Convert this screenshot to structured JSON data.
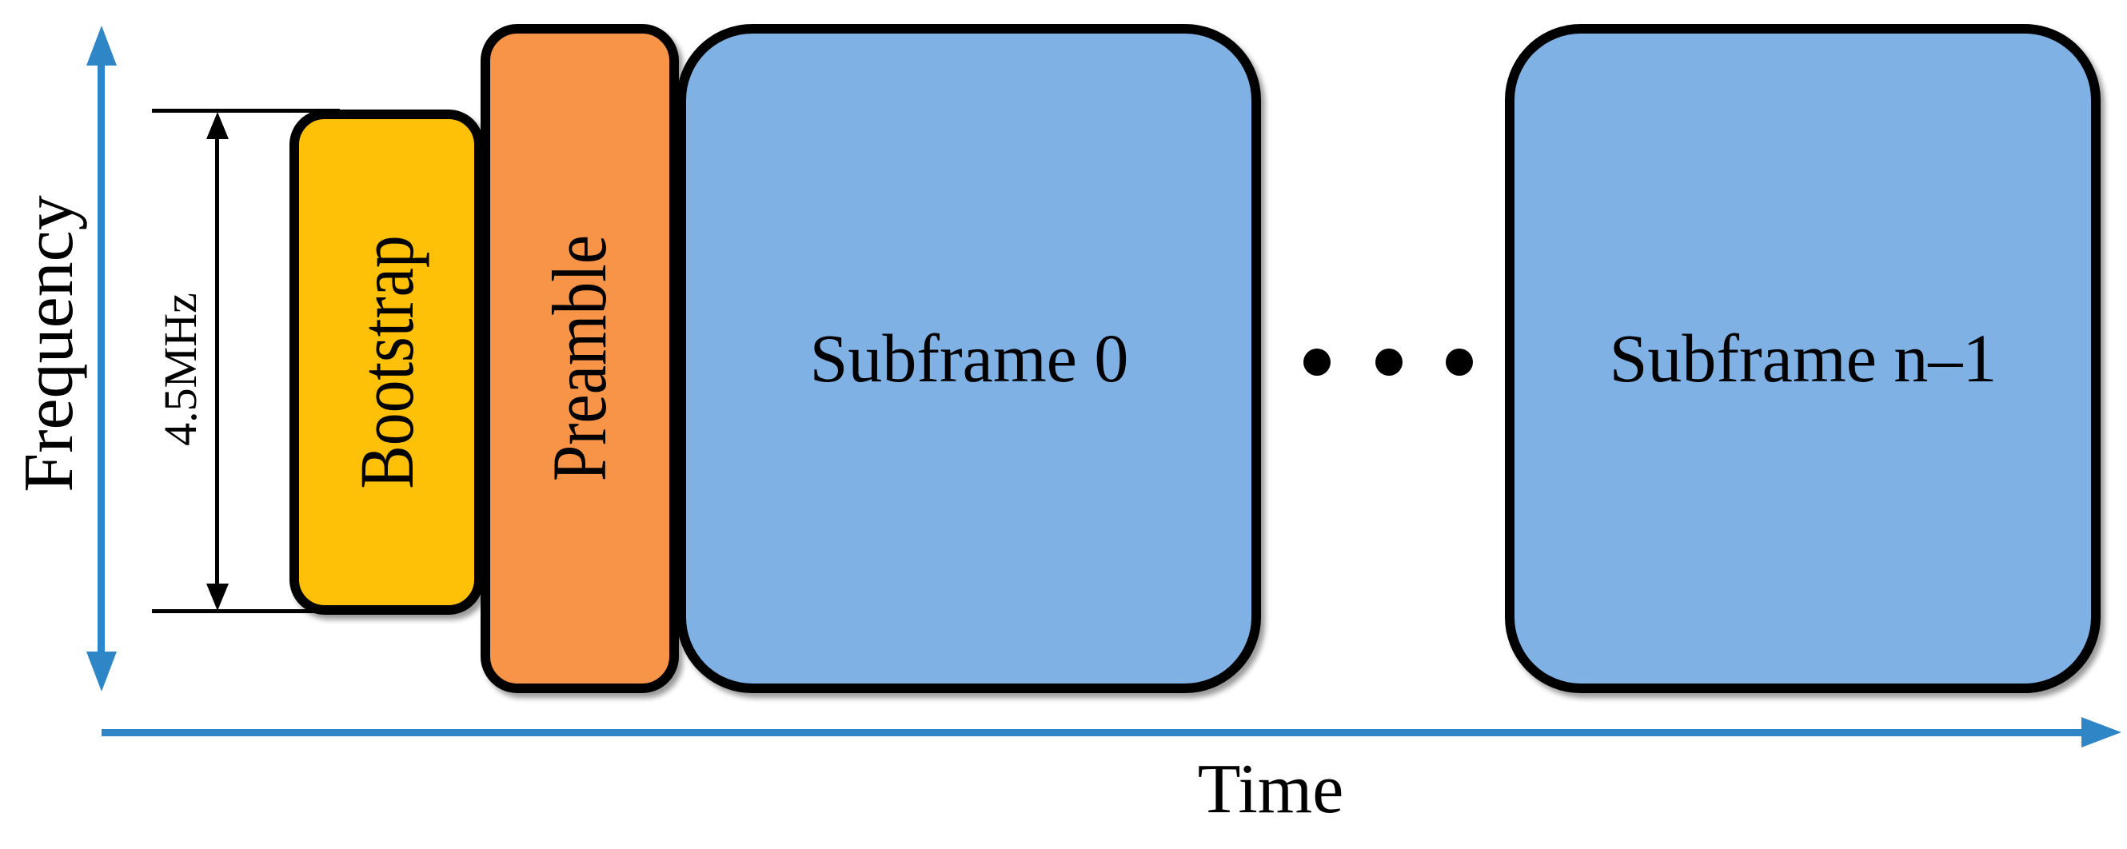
{
  "diagram": {
    "x_axis": {
      "label": "Time"
    },
    "y_axis": {
      "label": "Frequency"
    },
    "dimension_annotation": {
      "label": "4.5MHz"
    },
    "blocks": [
      {
        "id": "bootstrap",
        "label": "Bootstrap",
        "orientation": "vertical",
        "fill": "#ffc008"
      },
      {
        "id": "preamble",
        "label": "Preamble",
        "orientation": "vertical",
        "fill": "#f79447"
      },
      {
        "id": "subframe-0",
        "label": "Subframe 0",
        "orientation": "horizontal",
        "fill": "#7fb1e4"
      },
      {
        "id": "subframe-n-1",
        "label": "Subframe n–1",
        "orientation": "horizontal",
        "fill": "#7fb1e4"
      }
    ],
    "separator_dots": 3
  },
  "colors": {
    "axis": "#2e86c6",
    "border": "#000000",
    "dimension": "#000000",
    "text": "#000000",
    "background": "#ffffff",
    "bootstrap_fill": "#ffc008",
    "preamble_fill": "#f79447",
    "subframe_fill": "#7fb1e4"
  }
}
